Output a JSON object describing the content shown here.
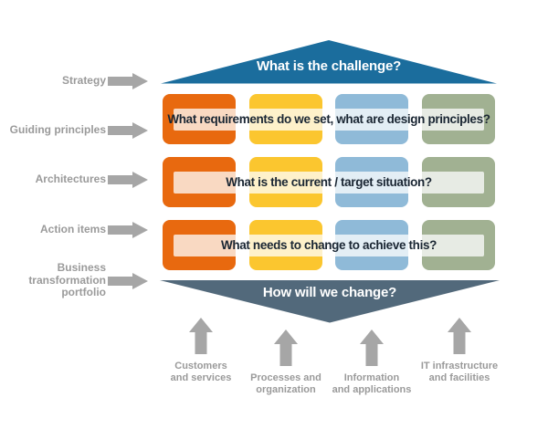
{
  "colors": {
    "bg": "#ffffff",
    "roof": "#1B6D9D",
    "funnel": "#52697B",
    "col-orange": "#E8690F",
    "col-yellow": "#FBC62F",
    "col-blue": "#8FBAD8",
    "col-green": "#A1B192",
    "strip": "rgba(255,255,255,0.75)",
    "question-text": "#1A2633",
    "label-gray": "#9A9A9A",
    "arrow-gray": "#A6A6A6"
  },
  "roof": {
    "label": "What is the challenge?"
  },
  "funnel": {
    "label": "How will we change?"
  },
  "left_rail": {
    "items": [
      {
        "label": "Strategy"
      },
      {
        "label": "Guiding principles"
      },
      {
        "label": "Architectures"
      },
      {
        "label": "Action items"
      },
      {
        "label": "Business\ntransformation\nportfolio"
      }
    ]
  },
  "matrix": {
    "columns": [
      "orange",
      "yellow",
      "blue",
      "green"
    ],
    "rows": [
      {
        "question": "What requirements do we set, what are design principles?"
      },
      {
        "question": "What is the current / target situation?"
      },
      {
        "question": "What needs to change to achieve this?"
      }
    ]
  },
  "bottom": {
    "items": [
      {
        "label": "Customers\nand services"
      },
      {
        "label": "Processes and\norganization"
      },
      {
        "label": "Information\nand applications"
      },
      {
        "label": "IT infrastructure\nand facilities"
      }
    ]
  }
}
